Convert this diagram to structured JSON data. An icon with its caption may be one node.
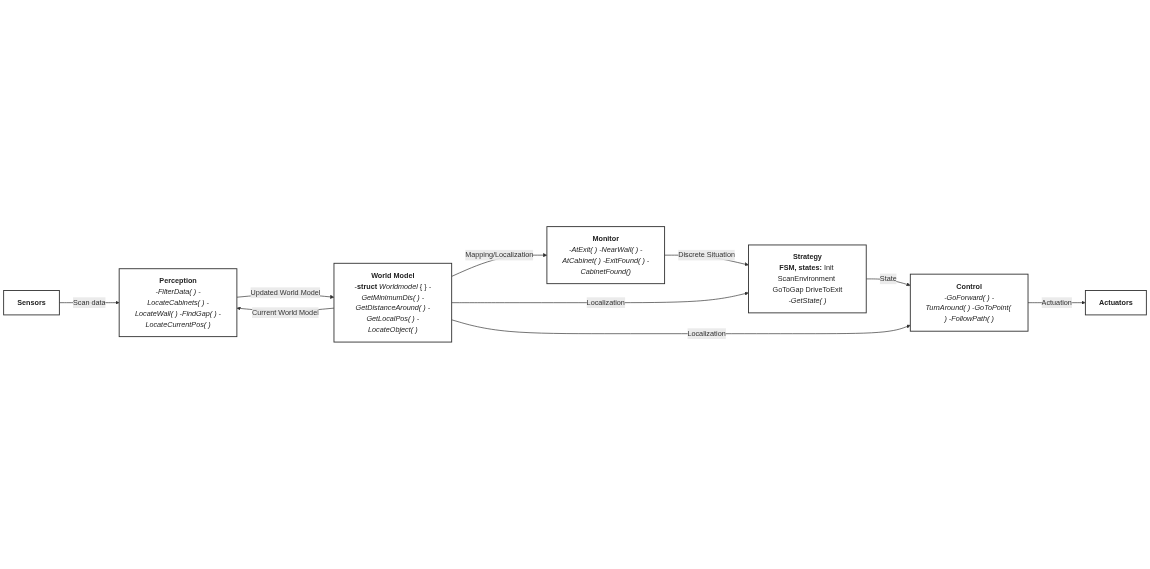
{
  "diagram": {
    "nodes": [
      {
        "text": [
          "Strategy",
          "**FSM, states:** Init ScanEnvironment GoToGap DriveToExit",
          "*-GetState( )*"
        ]
      },
      {
        "text": [
          "Monitor",
          "*-AtExit( ) -NearWall( ) -AtCabinet( ) -ExitFound( ) -CabinetFound()*"
        ]
      },
      {
        "text": [
          "Perception",
          "*-FilterData( ) -LocateCabinets( ) -LocateWall( ) -FindGap( ) -LocateCurrentPos( )*"
        ]
      },
      {
        "text": [
          "World Model",
          "-**struct** *Worldmodel* { } *-GetMinimumDis( ) -GetDistanceAround( ) -GetLocalPos( ) -LocateObject( )*"
        ]
      },
      {
        "text": [
          "Sensors"
        ]
      },
      {
        "text": [
          "Control",
          "*-GoForward( ) -TurnAround( ) -GoToPoint( ) -FollowPath( )*"
        ]
      },
      {
        "text": [
          "Actuators"
        ]
      }
    ],
    "edges": [
      {
        "from": 1,
        "to": 0,
        "arrow": "to",
        "label": "Discrete Situation"
      },
      {
        "from": 3,
        "to": 1,
        "arrow": "to",
        "label": "Mapping/Localization"
      },
      {
        "from": 3,
        "to": 2,
        "arrow": "to",
        "label": "Current World Model"
      },
      {
        "from": 2,
        "to": 3,
        "arrow": "to",
        "label": "Updated World Model"
      },
      {
        "from": 4,
        "to": 2,
        "arrow": "to",
        "label": "Scan data"
      },
      {
        "from": 3,
        "to": 0,
        "arrow": "to",
        "label": "Localization"
      },
      {
        "from": 0,
        "to": 5,
        "arrow": "to",
        "label": "State"
      },
      {
        "from": 3,
        "to": 5,
        "arrow": "to",
        "label": "Localization"
      },
      {
        "from": 5,
        "to": 6,
        "arrow": "to",
        "label": "Actuation"
      }
    ]
  }
}
